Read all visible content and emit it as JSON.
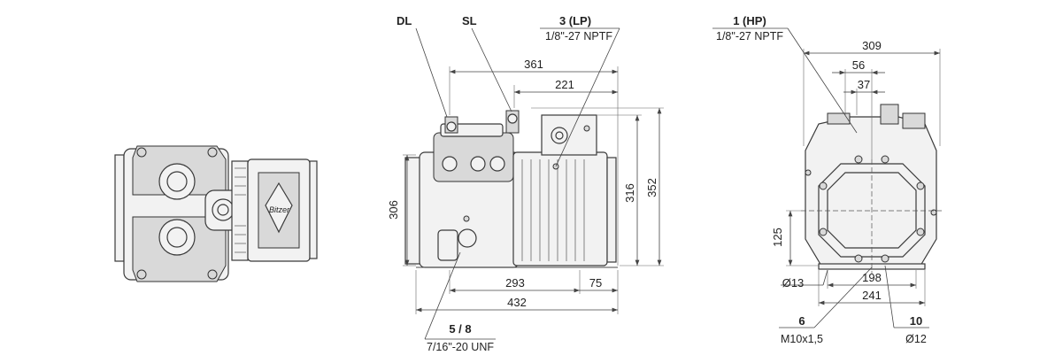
{
  "labels": {
    "dl": "DL",
    "sl": "SL",
    "lp_title": "3 (LP)",
    "lp_thread": "1/8\"-27 NPTF",
    "hp_title": "1 (HP)",
    "hp_thread": "1/8\"-27 NPTF",
    "oil_title": "5 / 8",
    "oil_thread": "7/16\"-20 UNF",
    "ground_title": "6",
    "ground_thread": "M10x1,5",
    "drain_title": "10",
    "drain_thread": "Ø12"
  },
  "side_view": {
    "dim_361": "361",
    "dim_221": "221",
    "dim_306": "306",
    "dim_316": "316",
    "dim_352": "352",
    "dim_293": "293",
    "dim_75": "75",
    "dim_432": "432"
  },
  "end_view": {
    "dim_309": "309",
    "dim_56": "56",
    "dim_37": "37",
    "dim_125": "125",
    "dim_hole": "Ø13",
    "dim_198": "198",
    "dim_241": "241"
  },
  "colors": {
    "line": "#4a4a4a",
    "fill": "#f2f2f2",
    "text": "#222222"
  }
}
